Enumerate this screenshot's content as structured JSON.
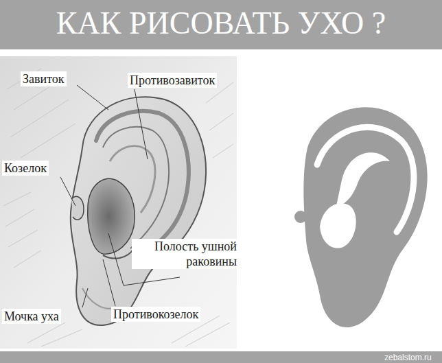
{
  "diagram": {
    "title": "КАК РИСОВАТЬ УХО ?",
    "labels": [
      "Завиток",
      "Противозавиток",
      "Козелок",
      "Полость ушной раковины",
      "Мочка уха",
      "Противокозелок",
      "zebalstom.ru"
    ]
  }
}
